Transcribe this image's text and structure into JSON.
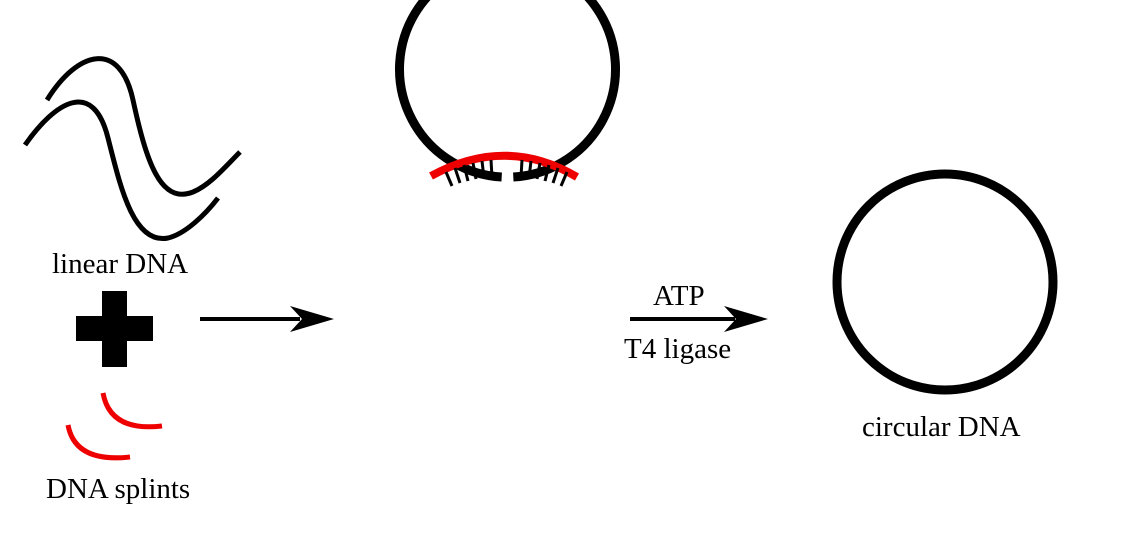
{
  "labels": {
    "linear_dna": "linear DNA",
    "dna_splints": "DNA splints",
    "atp": "ATP",
    "t4_ligase": "T4 ligase",
    "circular_dna": "circular DNA"
  },
  "colors": {
    "strand": "#000000",
    "splint": "#ee0000",
    "background": "#ffffff"
  },
  "icons": {
    "plus": "plus-icon",
    "arrow": "right-arrow-icon"
  }
}
